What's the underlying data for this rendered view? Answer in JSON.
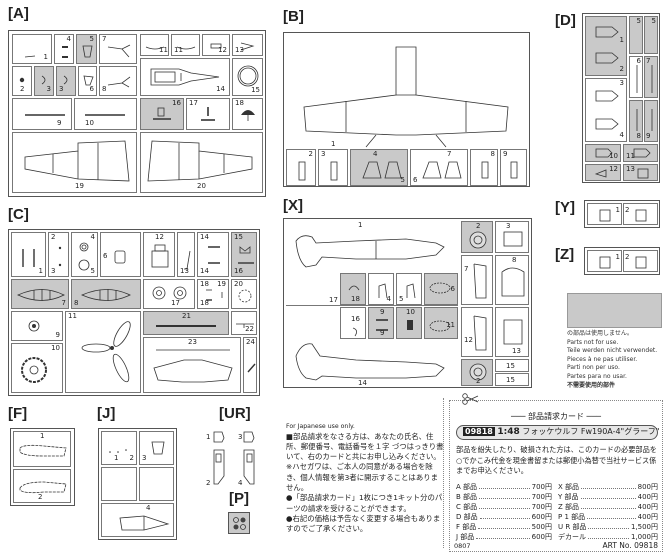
{
  "sections": {
    "A": {
      "label": "[A]",
      "parts": [
        "1",
        "4",
        "5",
        "7",
        "11",
        "11",
        "12",
        "13",
        "2",
        "3",
        "3",
        "6",
        "8",
        "14",
        "15",
        "9",
        "10",
        "16",
        "17",
        "18",
        "19",
        "20"
      ],
      "unused_parts": [
        "3",
        "5",
        "16"
      ]
    },
    "B": {
      "label": "[B]",
      "parts": [
        "1",
        "2",
        "3",
        "4",
        "5",
        "6",
        "7",
        "8",
        "9"
      ],
      "unused_parts": [
        "4",
        "5"
      ]
    },
    "C": {
      "label": "[C]",
      "parts": [
        "1",
        "2",
        "3",
        "4",
        "5",
        "6",
        "7",
        "8",
        "9",
        "10",
        "11",
        "12",
        "13",
        "14",
        "14",
        "15",
        "16",
        "17",
        "18",
        "18",
        "19",
        "20",
        "21",
        "22",
        "23",
        "24"
      ],
      "unused_parts": [
        "7",
        "8",
        "15",
        "16",
        "21"
      ]
    },
    "D": {
      "label": "[D]",
      "parts": [
        "1",
        "2",
        "3",
        "4",
        "5",
        "5",
        "6",
        "7",
        "8",
        "9",
        "10",
        "11",
        "12",
        "13"
      ],
      "unused_parts": [
        "1",
        "2",
        "5",
        "5",
        "7",
        "8",
        "9",
        "10",
        "11",
        "12",
        "13"
      ]
    },
    "X": {
      "label": "[X]",
      "parts": [
        "1",
        "2",
        "3",
        "4",
        "5",
        "6",
        "7",
        "8",
        "9",
        "9",
        "10",
        "11",
        "12",
        "13",
        "14",
        "15",
        "15",
        "16",
        "17",
        "18"
      ],
      "unused_parts": [
        "2",
        "6",
        "9",
        "10",
        "11",
        "16",
        "17",
        "2"
      ]
    },
    "Y": {
      "label": "[Y]",
      "parts": [
        "1",
        "2"
      ]
    },
    "Z": {
      "label": "[Z]",
      "parts": [
        "1",
        "2"
      ]
    },
    "F": {
      "label": "[F]",
      "parts": [
        "1",
        "2"
      ]
    },
    "J": {
      "label": "[J]",
      "parts": [
        "1",
        "2",
        "3",
        "4"
      ]
    },
    "UR": {
      "label": "[UR]",
      "parts": [
        "1",
        "2",
        "3",
        "4"
      ]
    },
    "P": {
      "label": "[P]"
    }
  },
  "unused_legend": {
    "lines": [
      "の部品は使用しません。",
      "Parts not for use.",
      "Teile werden nicht verwendet.",
      "Pieces à ne pas utiliser.",
      "Parti non per uso.",
      "Partes para no usar.",
      "不需要使用的部件"
    ]
  },
  "notes": {
    "header": "For Japanese use only.",
    "paragraphs": [
      "■部品請求をなさる方は、あなたの氏名、住所、郵便番号、電話番号を１字 づつはっきり書いて、右のカードと共にお申し込みください。",
      "※ハセガワは、ご本人の同意がある場合を除き、個人情報を第3者に開示することはありません。",
      "●「部品請求カード」1枚につき1キット分のパーツの請求を受けることができます。",
      "●右記の価格は予告なく変更する場合もありますのでご了承ください。"
    ]
  },
  "order_card": {
    "scissors_icon": "scissors-icon",
    "title": "─── 部品請求カード ───",
    "kit_code": "09818",
    "scale": "1:48",
    "kit_name": "フォッケウルフ Fw190A-4\"グラーフ\"",
    "instructions": "部品を紛失したり、破損された方は、このカードの必要部品を○でかこみ代金を現金書留または郵便小為替で当社サービス係までお申込ください。",
    "prices_left": [
      {
        "part": "A 部品",
        "price": "700円"
      },
      {
        "part": "B 部品",
        "price": "700円"
      },
      {
        "part": "C 部品",
        "price": "700円"
      },
      {
        "part": "D 部品",
        "price": "600円"
      },
      {
        "part": "F 部品",
        "price": "500円"
      },
      {
        "part": "J 部品",
        "price": "600円"
      }
    ],
    "prices_right": [
      {
        "part": "X 部品",
        "price": "800円"
      },
      {
        "part": "Y 部品",
        "price": "400円"
      },
      {
        "part": "Z 部品",
        "price": "400円"
      },
      {
        "part": "P 1 部品",
        "price": "400円"
      },
      {
        "part": "U R 部品",
        "price": "1,500円"
      },
      {
        "part": "デカール",
        "price": "1,000円"
      }
    ],
    "footer_code": "0807",
    "art_no": "ART No. 09818"
  }
}
